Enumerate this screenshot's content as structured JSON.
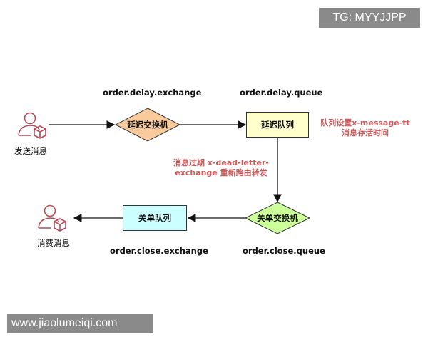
{
  "watermarks": {
    "top_right": "TG: MYYJJPP",
    "bottom_left": "www.jiaolumeiqi.com"
  },
  "nodes": {
    "producer": {
      "label": "发送消息"
    },
    "delay_exchange": {
      "label": "延迟交换机",
      "caption": "order.delay.exchange"
    },
    "delay_queue": {
      "label": "延迟队列",
      "caption": "order.delay.queue"
    },
    "close_exchange": {
      "label": "关单交换机",
      "caption": "order.close.queue"
    },
    "close_queue": {
      "label": "关单队列",
      "caption": "order.close.exchange"
    },
    "consumer": {
      "label": "消费消息"
    }
  },
  "annotations": {
    "ttl_note": [
      "队列设置x-message-tt",
      "消息存活时间"
    ],
    "dlx_note": [
      "消息过期 x-dead-letter-",
      "exchange 重新路由转发"
    ]
  },
  "colors": {
    "delay_exchange_fill": "#f9cb9c",
    "delay_queue_fill": "#ffffcc",
    "close_exchange_fill": "#ccff99",
    "close_queue_fill": "#ccffff",
    "user_icon": "#b34a5a",
    "note_text": "#cc5a5a"
  }
}
